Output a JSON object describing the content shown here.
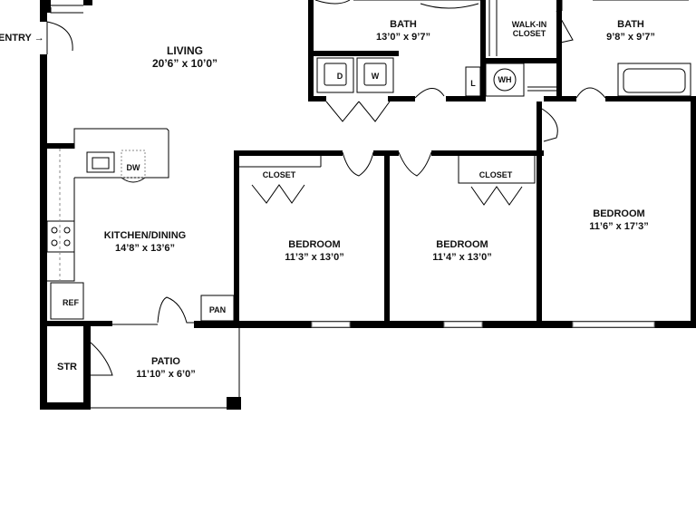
{
  "entry": {
    "label": "ENTRY",
    "arrow": "→"
  },
  "rooms": {
    "living": {
      "name": "LIVING",
      "dims": "20’6” x 10’0”"
    },
    "kitchen": {
      "name": "KITCHEN/DINING",
      "dims": "14’8” x 13’6”"
    },
    "patio": {
      "name": "PATIO",
      "dims": "11’10” x 6’0”"
    },
    "bath1": {
      "name": "BATH",
      "dims": "13’0” x 9’7”"
    },
    "bath2": {
      "name": "BATH",
      "dims": "9’8” x 9’7”"
    },
    "walkin": {
      "line1": "WALK-IN",
      "line2": "CLOSET"
    },
    "bedroom1": {
      "name": "BEDROOM",
      "dims": "11’3”  x 13’0”"
    },
    "bedroom2": {
      "name": "BEDROOM",
      "dims": "11’4” x 13’0”"
    },
    "bedroom3": {
      "name": "BEDROOM",
      "dims": "11’6” x 17’3”"
    }
  },
  "fixtures": {
    "dryer": "D",
    "washer": "W",
    "linen": "L",
    "water_heater": "WH",
    "dishwasher": "DW",
    "refrigerator": "REF",
    "pantry": "PAN",
    "storage": "STR",
    "closet1": "CLOSET",
    "closet2": "CLOSET"
  }
}
